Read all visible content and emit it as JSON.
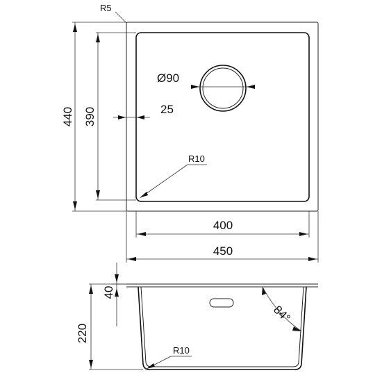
{
  "top_view": {
    "corner_outer_radius": "R5",
    "outer_height": "440",
    "inner_height": "390",
    "drain_diameter": "Ø90",
    "rim_width": "25",
    "corner_inner_radius": "R10",
    "inner_width": "400",
    "outer_width": "450"
  },
  "section_view": {
    "rim_depth": "40",
    "bowl_depth": "220",
    "wall_angle": "84°",
    "bottom_radius": "R10"
  }
}
